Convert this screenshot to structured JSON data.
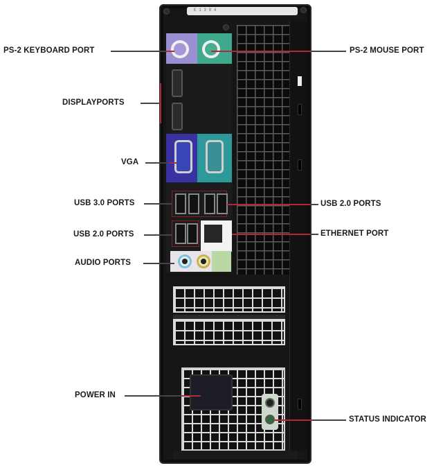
{
  "diagram": {
    "subject": "Desktop tower rear panel",
    "labels_left": [
      {
        "id": "ps2-keyboard",
        "text": "PS-2 KEYBOARD PORT"
      },
      {
        "id": "displayports",
        "text": "DISPLAYPORTS"
      },
      {
        "id": "vga",
        "text": "VGA"
      },
      {
        "id": "usb30",
        "text": "USB 3.0 PORTS"
      },
      {
        "id": "usb20-left",
        "text": "USB 2.0 PORTS"
      },
      {
        "id": "audio",
        "text": "AUDIO PORTS"
      },
      {
        "id": "power-in",
        "text": "POWER IN"
      }
    ],
    "labels_right": [
      {
        "id": "ps2-mouse",
        "text": "PS-2 MOUSE PORT"
      },
      {
        "id": "usb20-right",
        "text": "USB 2.0 PORTS"
      },
      {
        "id": "ethernet",
        "text": "ETHERNET PORT"
      },
      {
        "id": "status",
        "text": "STATUS INDICATOR"
      }
    ],
    "case_tag_text": "E 1 3 8 4",
    "colors": {
      "leader_line": "#444444",
      "leader_accent": "#b0283a",
      "ps2_keyboard": "#9a8fd0",
      "ps2_mouse": "#3fa98d",
      "vga": "#3833a0",
      "serial": "#2d9a9a",
      "audio_in": "#7ec3dc",
      "audio_out": "#c9b24a",
      "case": "#161616"
    }
  }
}
